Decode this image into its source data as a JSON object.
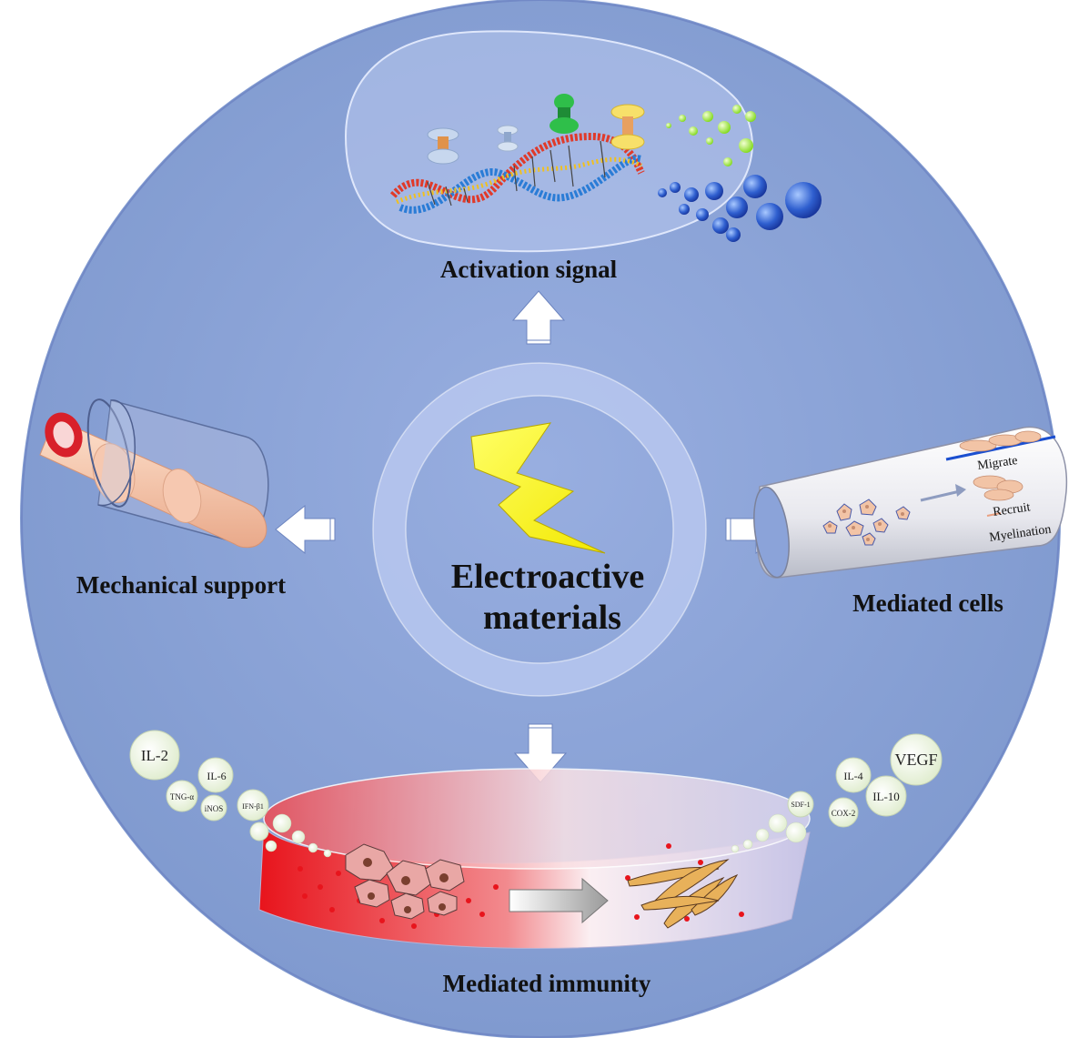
{
  "center": {
    "line1": "Electroactive",
    "line2": "materials"
  },
  "sections": {
    "top": "Activation signal",
    "left": "Mechanical support",
    "right": "Mediated cells",
    "bottom": "Mediated immunity"
  },
  "nerve_labels": {
    "migrate": "Migrate",
    "recruit": "Recruit",
    "myelination": "Myelination"
  },
  "cytokines_left": {
    "il2": "IL-2",
    "il6": "IL-6",
    "tng": "TNG-α",
    "inos": "iNOS",
    "ifn": "IFN-β1"
  },
  "cytokines_right": {
    "sdf": "SDF-1",
    "il4": "IL-4",
    "vegf": "VEGF",
    "cox2": "COX-2",
    "il10": "IL-10"
  },
  "colors": {
    "background_disc": "#8ba3d9",
    "disc_edge": "#7b94cf",
    "lightning": "#ffff00",
    "dish_left": "#e8141c",
    "dish_right": "#c9c7e8"
  }
}
